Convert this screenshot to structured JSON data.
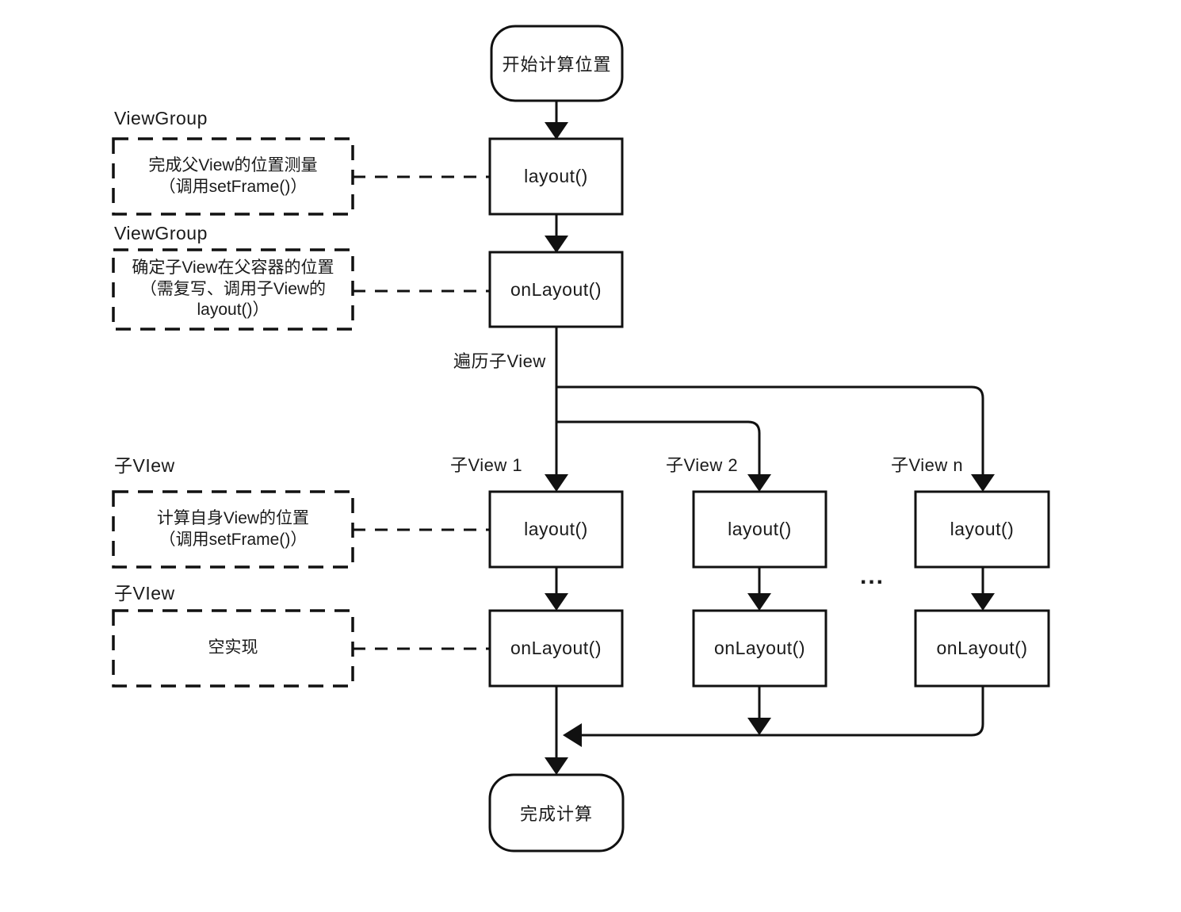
{
  "flowchart": {
    "start": "开始计算位置",
    "end": "完成计算",
    "traverse_label": "遍历子View",
    "ellipsis": "...",
    "parent": {
      "layout": "layout()",
      "onlayout": "onLayout()"
    },
    "children": [
      {
        "label": "子View 1",
        "layout": "layout()",
        "onlayout": "onLayout()"
      },
      {
        "label": "子View 2",
        "layout": "layout()",
        "onlayout": "onLayout()"
      },
      {
        "label": "子View n",
        "layout": "layout()",
        "onlayout": "onLayout()"
      }
    ],
    "annotations": [
      {
        "group_label": "ViewGroup",
        "lines": [
          "完成父View的位置测量",
          "（调用setFrame()）"
        ]
      },
      {
        "group_label": "ViewGroup",
        "lines": [
          "确定子View在父容器的位置",
          "（需复写、调用子View的",
          "layout()）"
        ]
      },
      {
        "group_label": "子VIew",
        "lines": [
          "计算自身View的位置",
          "（调用setFrame()）"
        ]
      },
      {
        "group_label": "子VIew",
        "lines": [
          "空实现"
        ]
      }
    ]
  },
  "colors": {
    "line": "#111111",
    "background": "#ffffff"
  }
}
